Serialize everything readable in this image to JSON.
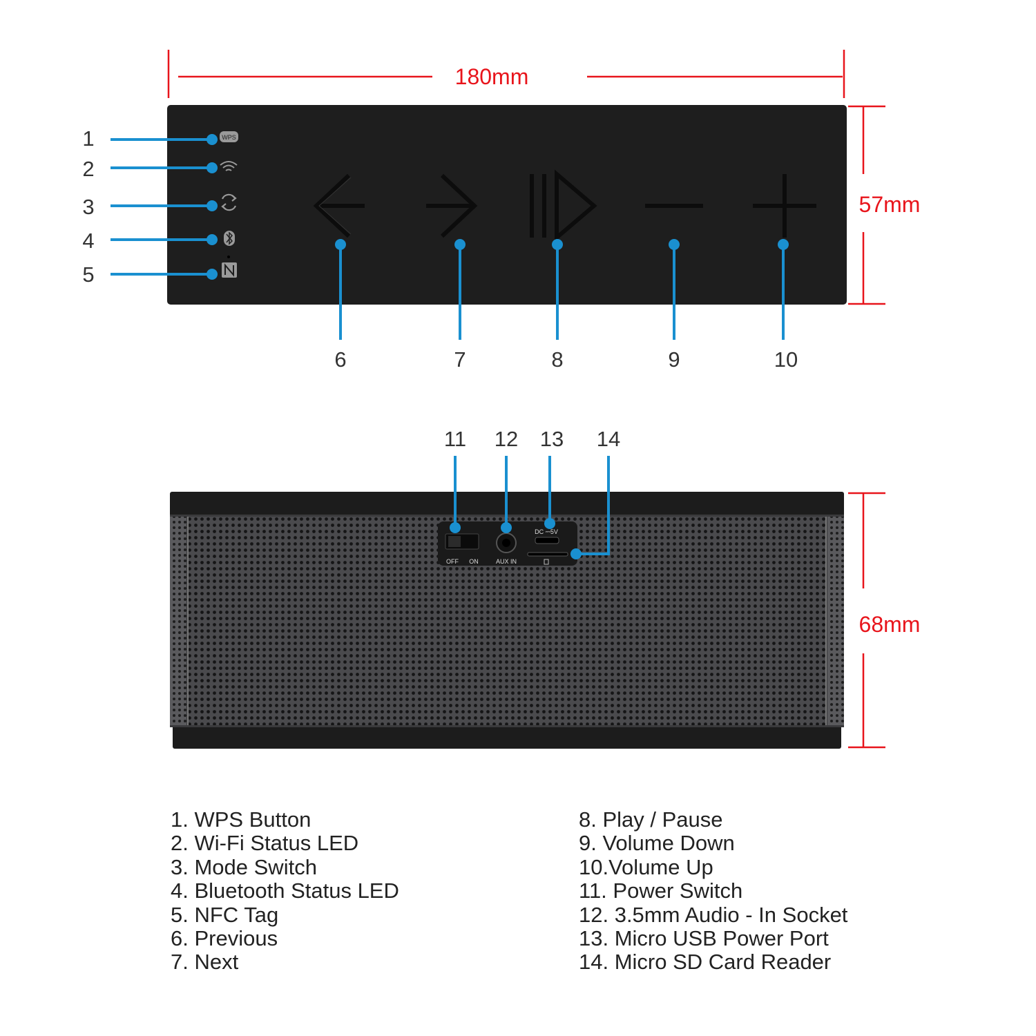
{
  "dimensions": {
    "width": "180mm",
    "height_top": "57mm",
    "height_front": "68mm"
  },
  "callouts_top": [
    "1",
    "2",
    "3",
    "4",
    "5",
    "6",
    "7",
    "8",
    "9",
    "10"
  ],
  "callouts_front": [
    "11",
    "12",
    "13",
    "14"
  ],
  "panel_labels": {
    "wps": "WPS",
    "off": "OFF",
    "on": "ON",
    "aux_in": "AUX IN",
    "dc": "DC ⎓5V"
  },
  "legend_left": [
    "1. WPS Button",
    "2. Wi-Fi Status LED",
    "3. Mode Switch",
    "4. Bluetooth Status LED",
    "5. NFC Tag",
    "6. Previous",
    "7. Next"
  ],
  "legend_right": [
    "8. Play / Pause",
    "9. Volume Down",
    "10.Volume Up",
    "11. Power Switch",
    "12. 3.5mm Audio - In Socket",
    "13. Micro USB Power Port",
    "14. Micro SD Card Reader"
  ],
  "icons": [
    "wps-icon",
    "wifi-icon",
    "mode-icon",
    "bluetooth-icon",
    "nfc-icon",
    "previous-icon",
    "next-icon",
    "play-pause-icon",
    "volume-down-icon",
    "volume-up-icon"
  ],
  "colors": {
    "dimension": "#e8141b",
    "callout": "#1a90d0",
    "device_top": "#1e1e1e",
    "grille": "#3a3a3c"
  }
}
